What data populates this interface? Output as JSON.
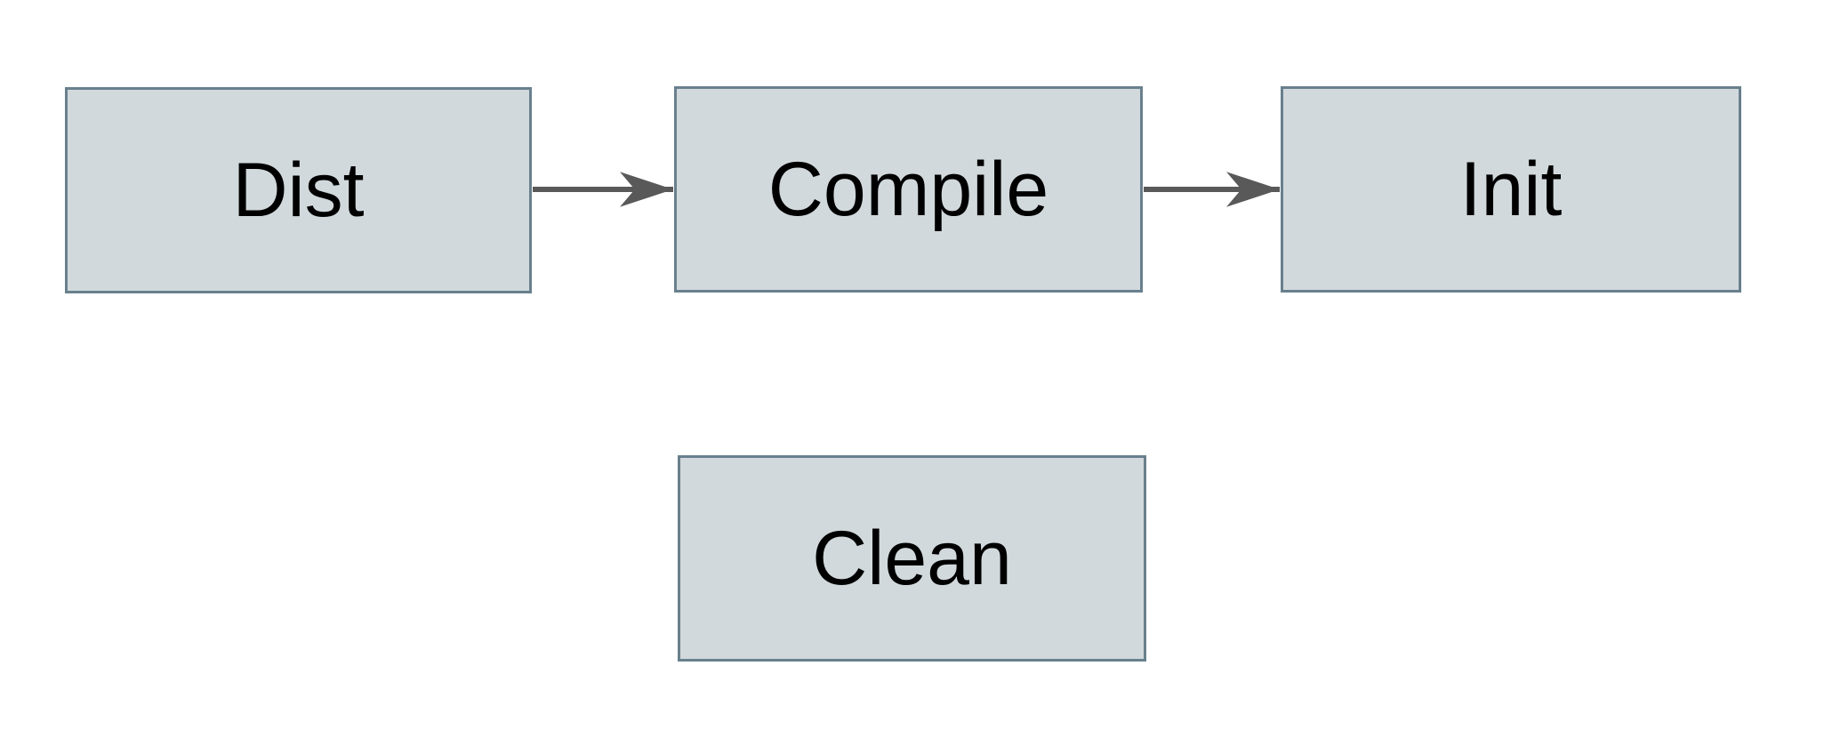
{
  "diagram": {
    "colors": {
      "background": "#ffffff",
      "node_fill": "#d2d9dc",
      "node_border": "#69808d",
      "arrow": "#595959",
      "text": "#000000"
    },
    "nodes": [
      {
        "id": "dist",
        "label": "Dist"
      },
      {
        "id": "compile",
        "label": "Compile"
      },
      {
        "id": "init",
        "label": "Init"
      },
      {
        "id": "clean",
        "label": "Clean"
      }
    ],
    "edges": [
      {
        "from": "Dist",
        "to": "Compile"
      },
      {
        "from": "Compile",
        "to": "Init"
      }
    ]
  }
}
